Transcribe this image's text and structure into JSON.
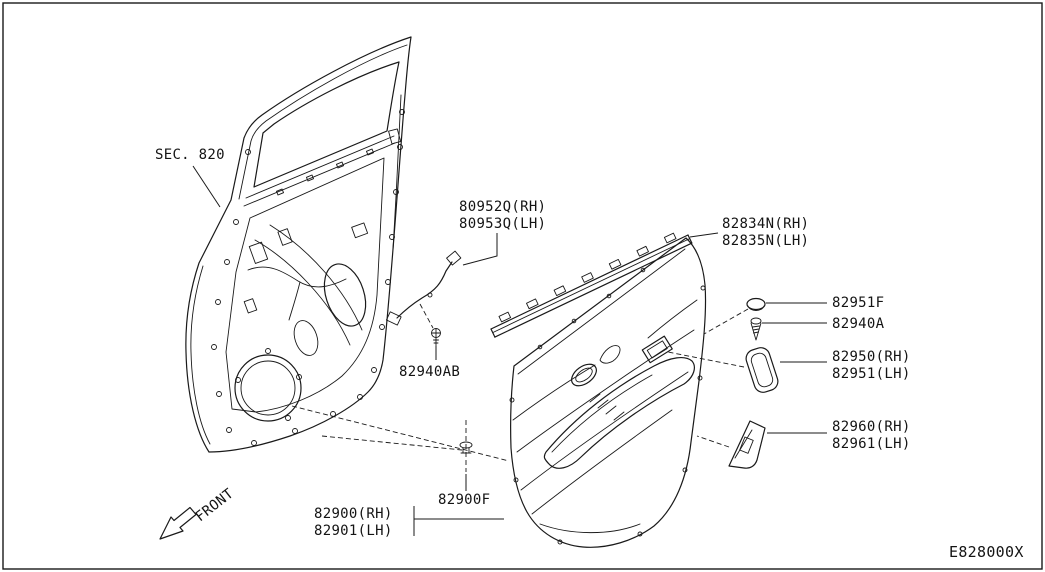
{
  "diagram": {
    "section_label": "SEC. 820",
    "front_label": "FRONT",
    "code": "E828000X",
    "colors": {
      "line": "#1a1a1a",
      "background": "#ffffff"
    },
    "parts": {
      "harness_rh": "80952Q(RH)",
      "harness_lh": "80953Q(LH)",
      "garnish_rh": "82834N(RH)",
      "garnish_lh": "82835N(LH)",
      "cap": "82951F",
      "screw": "82940A",
      "bezel_rh": "82950(RH)",
      "bezel_lh": "82951(LH)",
      "bolt": "82940AB",
      "finisher_rh": "82960(RH)",
      "finisher_lh": "82961(LH)",
      "clip": "82900F",
      "trim_rh": "82900(RH)",
      "trim_lh": "82901(LH)"
    }
  }
}
